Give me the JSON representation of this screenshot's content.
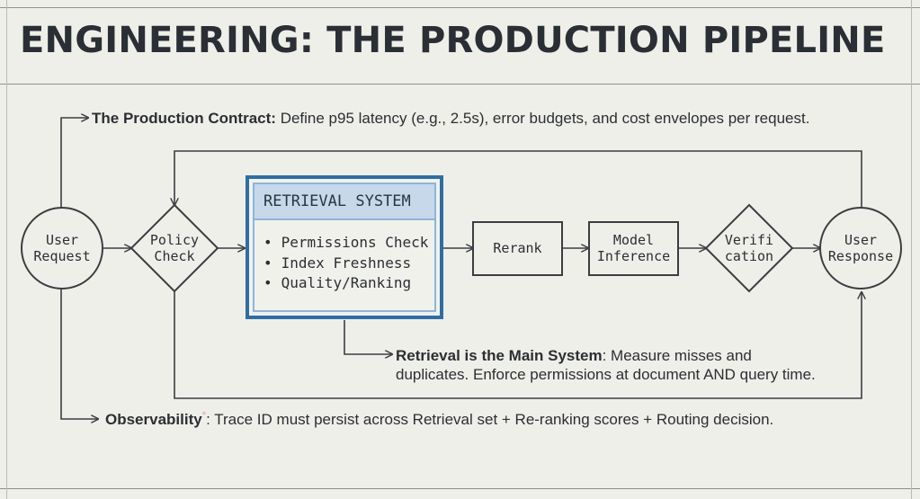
{
  "title": "ENGINEERING: THE PRODUCTION PIPELINE",
  "notes": {
    "contract": {
      "label": "The Production Contract:",
      "text": "Define p95 latency (e.g., 2.5s), error budgets, and cost envelopes per request."
    },
    "retrieval": {
      "label": "Retrieval is the Main System",
      "text_line1": ": Measure misses and",
      "text_line2": "duplicates. Enforce permissions at document AND query time."
    },
    "observability": {
      "label": "Observability",
      "marker": "°",
      "text": ": Trace ID must persist across Retrieval set + Re-ranking scores + Routing decision."
    }
  },
  "nodes": {
    "user_request": {
      "line1": "User",
      "line2": "Request"
    },
    "policy_check": {
      "line1": "Policy",
      "line2": "Check"
    },
    "retrieval_system": {
      "title": "RETRIEVAL SYSTEM",
      "items": [
        "Permissions Check",
        "Index Freshness",
        "Quality/Ranking"
      ]
    },
    "rerank": {
      "line1": "Rerank"
    },
    "model_inference": {
      "line1": "Model",
      "line2": "Inference"
    },
    "verification": {
      "line1": "Verifi",
      "line2": "cation"
    },
    "user_response": {
      "line1": "User",
      "line2": "Response"
    }
  },
  "colors": {
    "accent": "#2f6ea3",
    "accent_light": "#c6d8ea",
    "background": "#efefe9",
    "ink": "#2b2f33"
  }
}
